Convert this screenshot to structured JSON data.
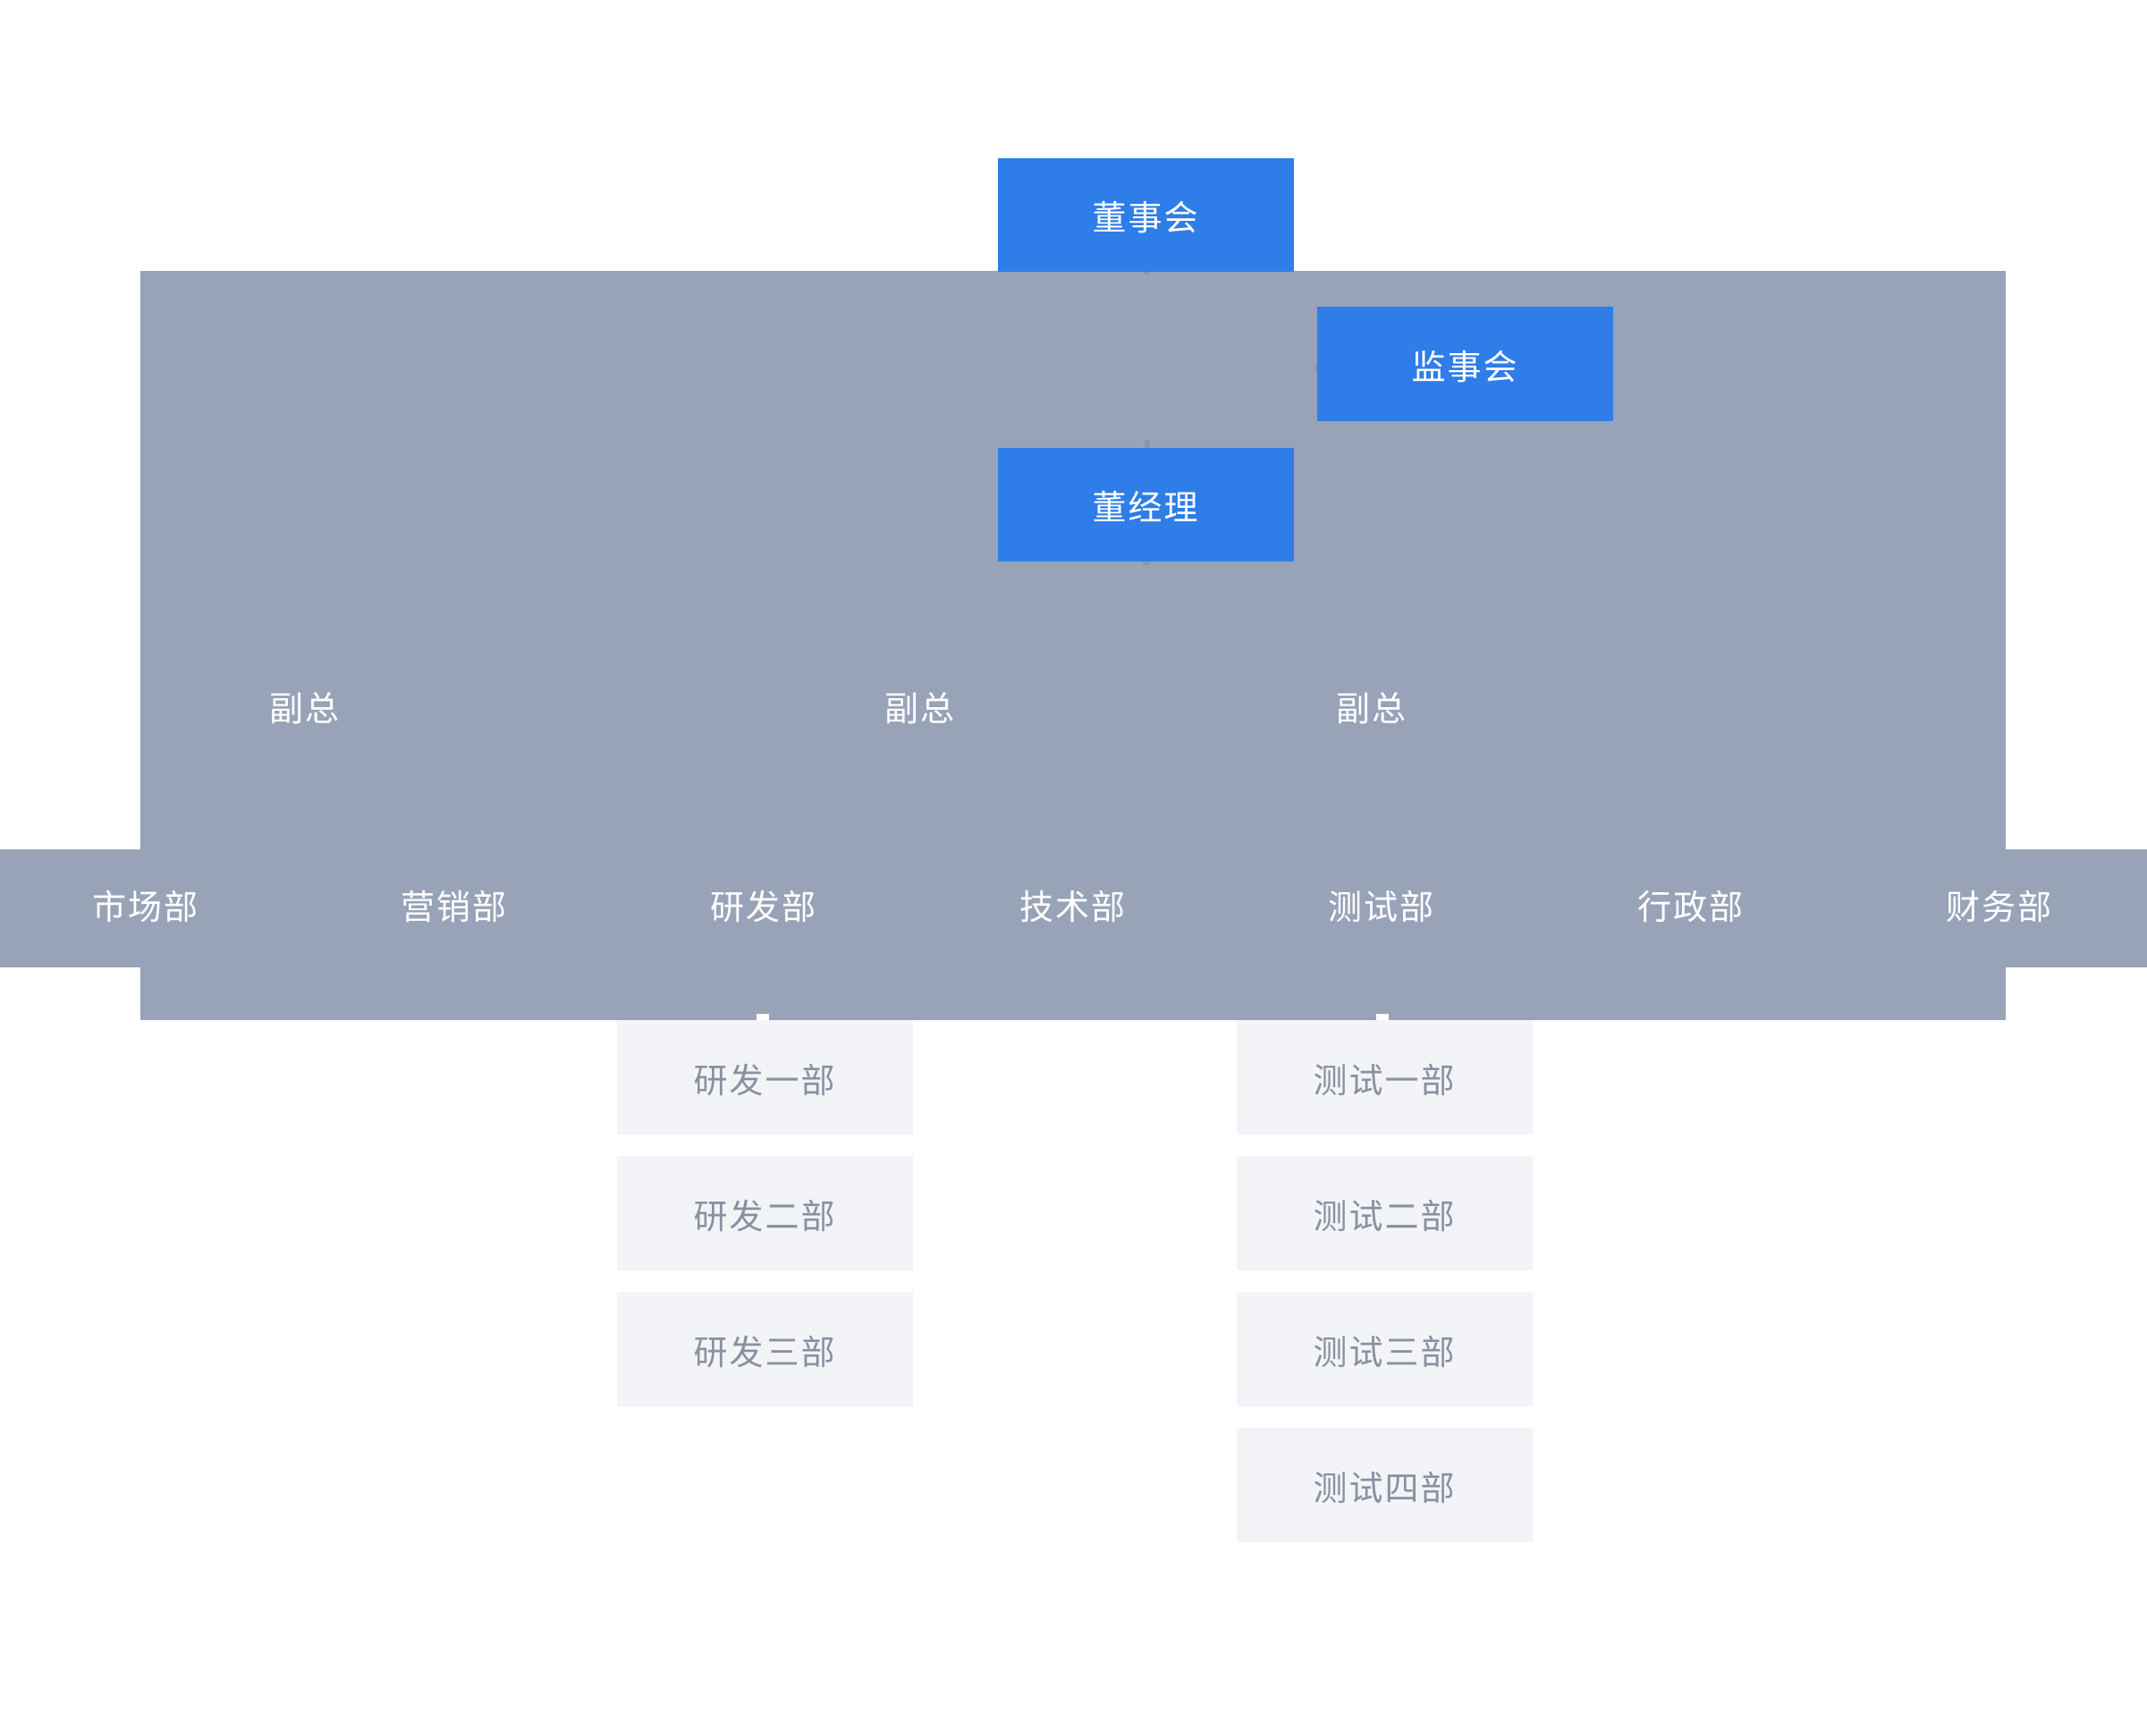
{
  "colors": {
    "accent_blue": "#2e7de8",
    "overlay_gray": "#98a3b8",
    "sub_node_bg": "#f3f4f8",
    "sub_node_text": "#8a90a0",
    "node_text": "#ffffff"
  },
  "nodes": {
    "board": "董事会",
    "supervisory": "监事会",
    "general_manager": "董经理",
    "vice_presidents": [
      "副总",
      "副总",
      "副总"
    ],
    "departments": [
      "市场部",
      "营销部",
      "研发部",
      "技术部",
      "测试部",
      "行政部",
      "财务部"
    ],
    "rd_sub_departments": [
      "研发一部",
      "研发二部",
      "研发三部"
    ],
    "test_sub_departments": [
      "测试一部",
      "测试二部",
      "测试三部",
      "测试四部"
    ]
  }
}
